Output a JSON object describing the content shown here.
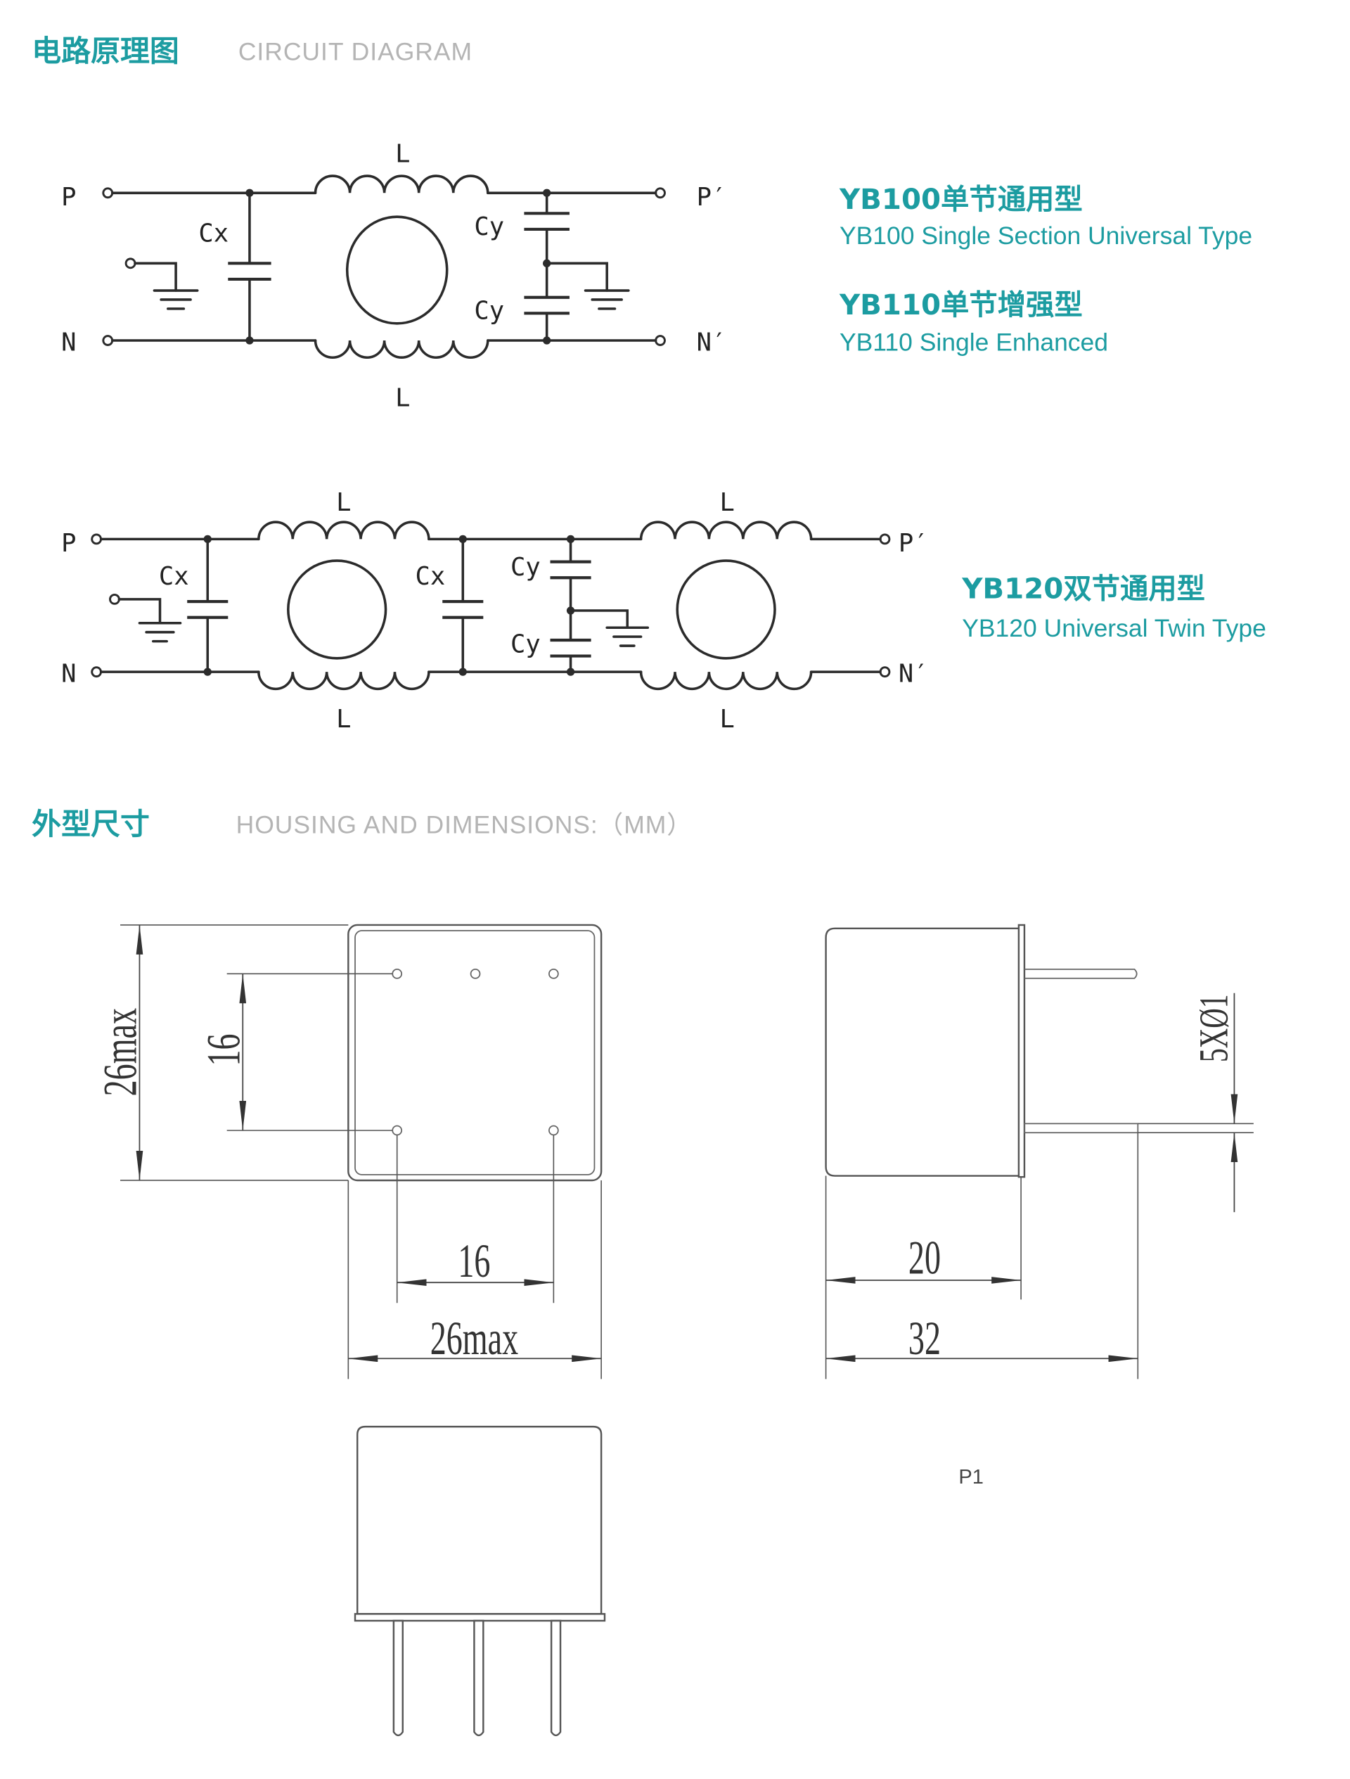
{
  "colors": {
    "accent": "#1c9ca1",
    "subtitle_gray": "#b4b4b4",
    "line": "#2b2b2b"
  },
  "circuit_section": {
    "title_cn": "电路原理图",
    "title_en": "CIRCUIT DIAGRAM"
  },
  "single_circuit": {
    "p_in": "P",
    "n_in": "N",
    "p_out": "P′",
    "n_out": "N′",
    "inductor_top": "L",
    "inductor_bottom": "L",
    "cx": "Cx",
    "cy_top": "Cy",
    "cy_bottom": "Cy"
  },
  "single_models": [
    {
      "name": "YB100单节通用型",
      "desc": "YB100 Single Section Universal Type"
    },
    {
      "name": "YB110单节增强型",
      "desc": "YB110 Single Enhanced"
    }
  ],
  "twin_circuit": {
    "p_in": "P",
    "n_in": "N",
    "p_out": "P′",
    "n_out": "N′",
    "inductor1_top": "L",
    "inductor1_bottom": "L",
    "inductor2_top": "L",
    "inductor2_bottom": "L",
    "cx1": "Cx",
    "cx2": "Cx",
    "cy_top": "Cy",
    "cy_bottom": "Cy"
  },
  "twin_model": {
    "name": "YB120双节通用型",
    "desc": "YB120 Universal Twin Type"
  },
  "housing_section": {
    "title_cn": "外型尺寸",
    "title_en": "HOUSING AND DIMENSIONS:（MM）"
  },
  "dimensions": {
    "top_view": {
      "height": "26max",
      "pin_pitch_vertical": "16",
      "pin_pitch_horizontal": "16",
      "width": "26max"
    },
    "side_view": {
      "pin_diameter": "5XØ1",
      "body_depth": "20",
      "overall_length": "32"
    }
  },
  "page_label": "P1"
}
